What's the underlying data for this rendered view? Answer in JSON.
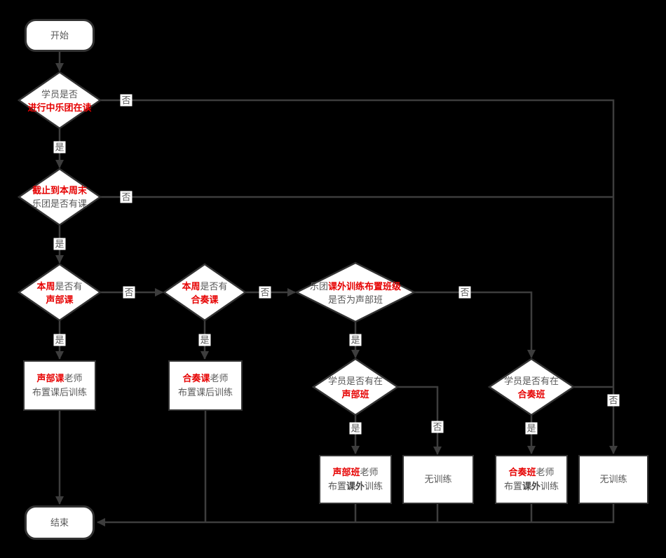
{
  "colors": {
    "bg": "#000000",
    "node_fill": "#ffffff",
    "node_border": "#333333",
    "line": "#3d3d3d",
    "text": "#595959",
    "red": "#e60000",
    "label_bg": "#ffffff"
  },
  "nodes": {
    "start": {
      "label": "开始"
    },
    "d1": {
      "line1": "学员是否",
      "line2": "进行中乐团在读"
    },
    "d2": {
      "line1": "截止到本周末",
      "line2": "乐团是否有课"
    },
    "d3": {
      "line1_red": "本周",
      "line1_rest": "是否有",
      "line2": "声部课"
    },
    "d4": {
      "line1_red": "本周",
      "line1_rest": "是否有",
      "line2": "合奏课"
    },
    "d5": {
      "line1_pre": "乐团",
      "line1_red": "课外训练布置班级",
      "line2": "是否为声部班"
    },
    "d6": {
      "line1": "学员是否有在",
      "line2": "声部班"
    },
    "d7": {
      "line1": "学员是否有在",
      "line2": "合奏班"
    },
    "b1": {
      "line1_red": "声部课",
      "line1_rest": "老师",
      "line2": "布置课后训练"
    },
    "b2": {
      "line1_red": "合奏课",
      "line1_rest": "老师",
      "line2": "布置课后训练"
    },
    "b3": {
      "line1_red": "声部班",
      "line1_rest": "老师",
      "line2_pre": "布置",
      "line2_em": "课外",
      "line2_post": "训练"
    },
    "b4": {
      "label": "无训练"
    },
    "b5": {
      "line1_red": "合奏班",
      "line1_rest": "老师",
      "line2_pre": "布置",
      "line2_em": "课外",
      "line2_post": "训练"
    },
    "b6": {
      "label": "无训练"
    },
    "end": {
      "label": "结束"
    }
  },
  "edge_labels": {
    "yes": "是",
    "no": "否"
  }
}
